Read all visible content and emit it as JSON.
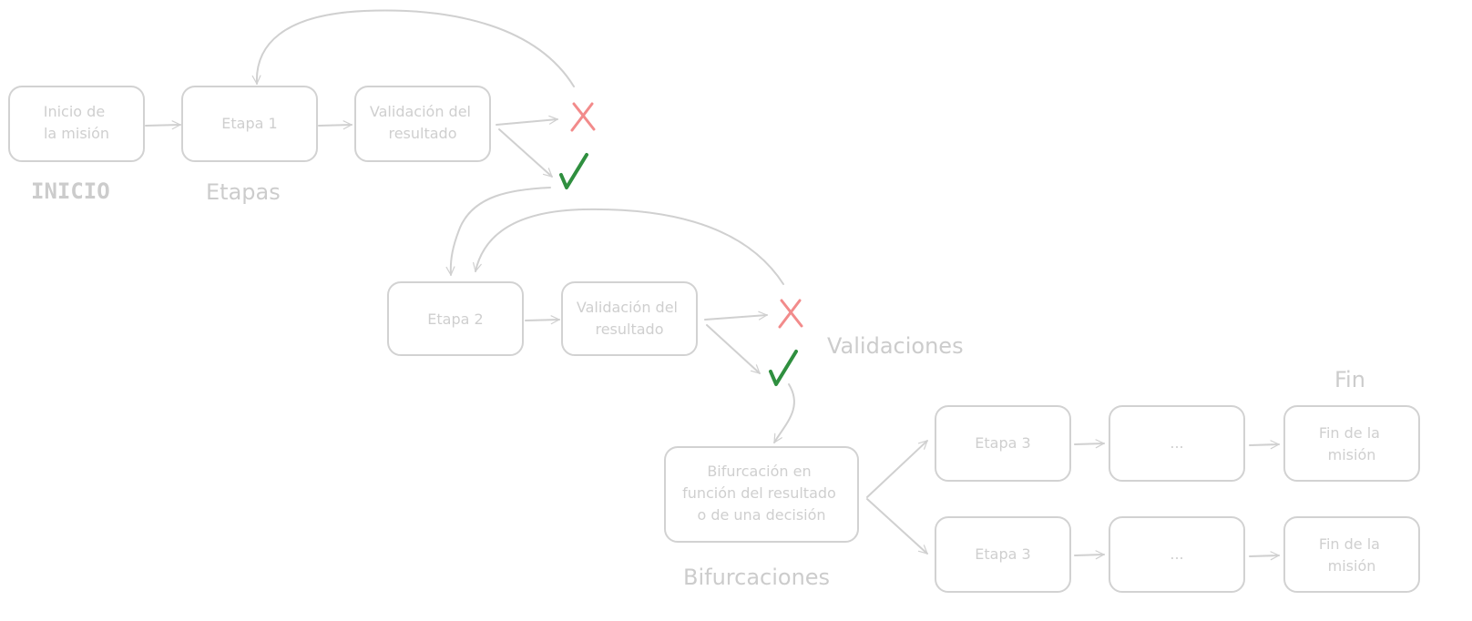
{
  "colors": {
    "box_stroke": "#d2d2d2",
    "text": "#cfcfcf",
    "label": "#cccccc",
    "arrow": "#d0d0d0",
    "fail": "#f28b8b",
    "success": "#2f8f3f"
  },
  "nodes": {
    "inicio": [
      "Inicio de",
      "la misión"
    ],
    "etapa1": [
      "Etapa 1"
    ],
    "validacion1": [
      "Validación del",
      "resultado"
    ],
    "etapa2": [
      "Etapa 2"
    ],
    "validacion2": [
      "Validación del",
      "resultado"
    ],
    "bifurcacion": [
      "Bifurcación en",
      "función del resultado",
      "o de una decisión"
    ],
    "etapa3a": [
      "Etapa 3"
    ],
    "etapa3b": [
      "Etapa 3"
    ],
    "dotsA": [
      "..."
    ],
    "dotsB": [
      "..."
    ],
    "finA": [
      "Fin de la",
      "misión"
    ],
    "finB": [
      "Fin de la",
      "misión"
    ]
  },
  "labels": {
    "inicio": "INICIO",
    "etapas": "Etapas",
    "validaciones": "Validaciones",
    "bifurcaciones": "Bifurcaciones",
    "fin": "Fin"
  },
  "marks": {
    "fail_icon": "cross-icon",
    "success_icon": "check-icon"
  }
}
